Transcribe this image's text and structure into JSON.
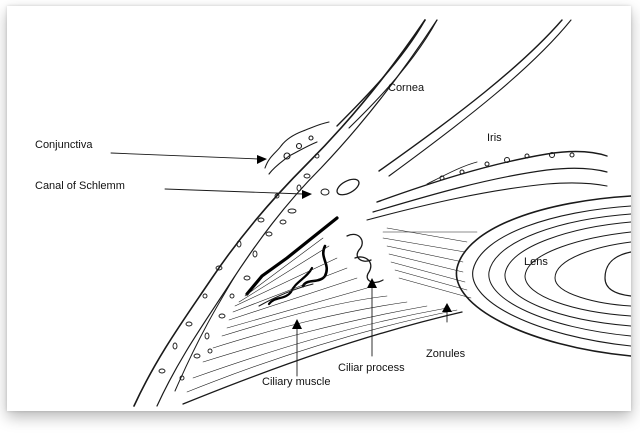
{
  "labels": {
    "cornea": "Cornea",
    "iris": "Iris",
    "conjunctiva": "Conjunctiva",
    "canal_of_schlemm": "Canal of Schlemm",
    "lens": "Lens",
    "ciliary_muscle": "Ciliary muscle",
    "ciliar_process": "Ciliar process",
    "zonules": "Zonules"
  }
}
